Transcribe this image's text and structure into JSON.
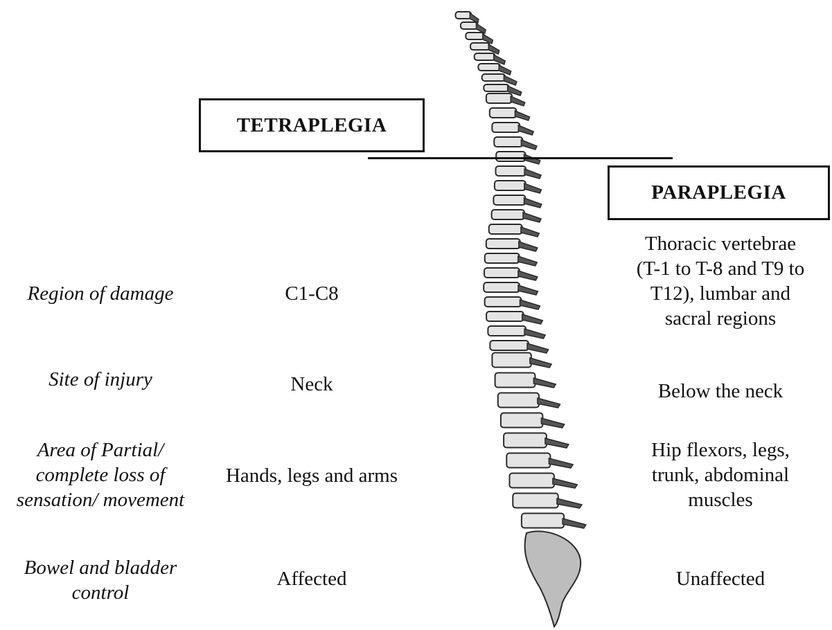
{
  "headers": {
    "tetraplegia": "TETRAPLEGIA",
    "paraplegia": "PARAPLEGIA"
  },
  "rows": [
    {
      "label": [
        "Region of damage"
      ],
      "tetraplegia": [
        "C1-C8"
      ],
      "paraplegia": [
        "Thoracic vertebrae",
        "(T-1 to T-8 and T9 to",
        "T12), lumbar and",
        "sacral regions"
      ]
    },
    {
      "label": [
        "Site of injury"
      ],
      "tetraplegia": [
        "Neck"
      ],
      "paraplegia": [
        "Below the neck"
      ]
    },
    {
      "label": [
        "Area of Partial/",
        "complete loss of",
        "sensation/ movement"
      ],
      "tetraplegia": [
        "Hands, legs and arms"
      ],
      "paraplegia": [
        "Hip flexors, legs,",
        "trunk, abdominal",
        "muscles"
      ]
    },
    {
      "label": [
        "Bowel and bladder",
        "control"
      ],
      "tetraplegia": [
        "Affected"
      ],
      "paraplegia": [
        "Unaffected"
      ]
    }
  ],
  "colors": {
    "ink": "#111111",
    "bone_light": "#e4e4e4",
    "bone_dark": "#2a2a2a"
  }
}
